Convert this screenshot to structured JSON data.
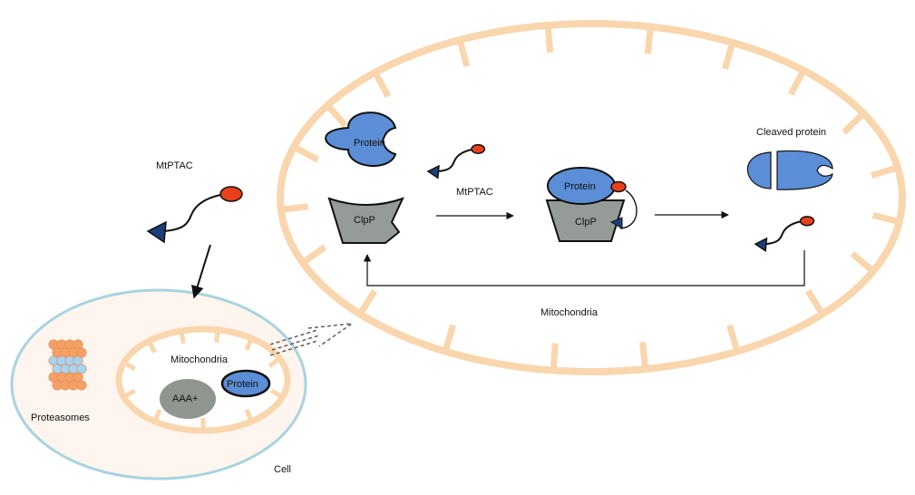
{
  "labels": {
    "mtptac_left": "MtPTAC",
    "mtptac_mid": "MtPTAC",
    "protein_1": "Protein",
    "protein_2": "Protein",
    "protein_small": "Protein",
    "clpp_1": "ClpP",
    "clpp_2": "ClpP",
    "cleaved_protein": "Cleaved protein",
    "mitochondria_big": "Mitochondria",
    "mitochondria_small": "Mitochondria",
    "aaa": "AAA+",
    "proteasomes": "Proteasomes",
    "cell": "Cell"
  },
  "colors": {
    "membrane": "#f9d6ad",
    "cell_fill": "#fdf5ee",
    "cell_outline": "#a9d3df",
    "protein": "#5b8ed6",
    "clpp": "#959b96",
    "peptide_head": "#e8401c",
    "peptide_tail": "#1b3f7a",
    "proteasome_orange": "#f4a067",
    "proteasome_blue": "#a6d4f2",
    "aaa": "#8f958f"
  },
  "icons": {
    "peptide": "peptide-tag-icon",
    "proteasome": "proteasome-icon",
    "clpp": "clpp-protease-icon"
  }
}
